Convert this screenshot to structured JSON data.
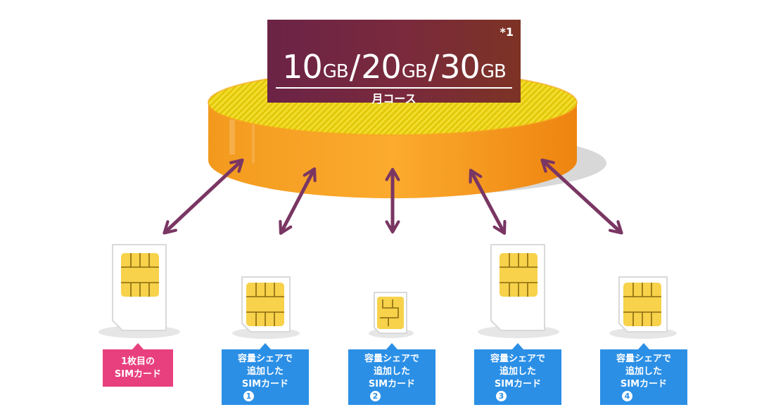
{
  "plan": {
    "values": [
      {
        "num": "10",
        "unit": "GB"
      },
      {
        "num": "20",
        "unit": "GB"
      },
      {
        "num": "30",
        "unit": "GB"
      }
    ],
    "separator": "/",
    "footnote": "*1",
    "subtitle": "月コース"
  },
  "callouts": [
    {
      "lines": [
        "1枚目の",
        "SIMカード"
      ],
      "number": null,
      "color": "#e8407e"
    },
    {
      "lines": [
        "容量シェアで",
        "追加した",
        "SIMカード"
      ],
      "number": "1",
      "color": "#2b8fe6"
    },
    {
      "lines": [
        "容量シェアで",
        "追加した",
        "SIMカード"
      ],
      "number": "2",
      "color": "#2b8fe6"
    },
    {
      "lines": [
        "容量シェアで",
        "追加した",
        "SIMカード"
      ],
      "number": "3",
      "color": "#2b8fe6"
    },
    {
      "lines": [
        "容量シェアで",
        "追加した",
        "SIMカード"
      ],
      "number": "4",
      "color": "#2b8fe6"
    }
  ],
  "colors": {
    "arrow": "#7a3663",
    "disc_side": "#f7941e",
    "disc_top": "#e6d000",
    "chip": "#f7d24a",
    "title_bg": "#6b2346"
  },
  "icons": [
    "sim-card-icon",
    "nano-sim-card-icon",
    "double-arrow-icon",
    "data-pool-disc"
  ]
}
